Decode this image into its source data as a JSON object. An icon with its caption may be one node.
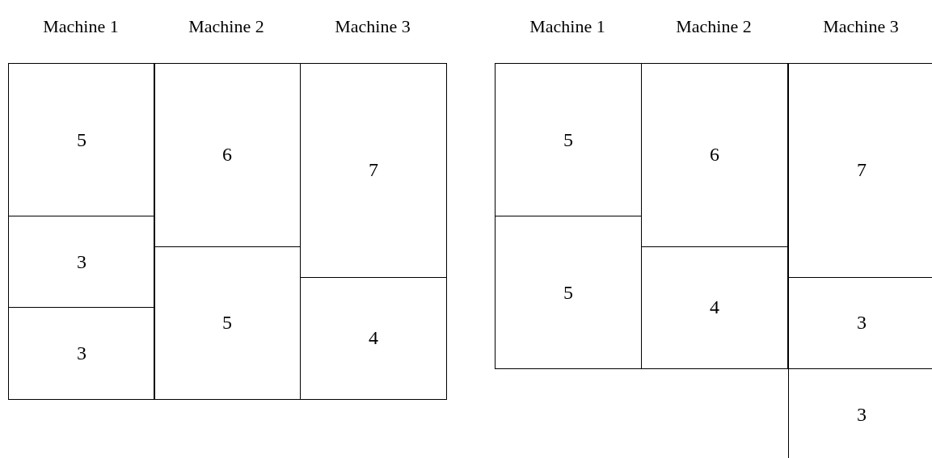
{
  "diagram": {
    "nodes": [
      {
        "text": [
          "5"
        ]
      },
      {
        "text": [
          "3"
        ]
      },
      {
        "text": [
          "3"
        ]
      },
      {
        "text": [
          "6"
        ]
      },
      {
        "text": [
          "5"
        ]
      },
      {
        "text": [
          "7"
        ]
      },
      {
        "text": [
          "4"
        ]
      },
      {
        "text": [
          "5"
        ]
      },
      {
        "text": [
          "5"
        ]
      },
      {
        "text": [
          "6"
        ]
      },
      {
        "text": [
          "4"
        ]
      },
      {
        "text": [
          "7"
        ]
      },
      {
        "text": [
          "3"
        ]
      },
      {
        "text": [
          "3"
        ]
      }
    ],
    "labels": [
      "Machine 1",
      "Machine 2",
      "Machine 3",
      "Machine 1",
      "Machine 2",
      "Machine 3"
    ]
  }
}
